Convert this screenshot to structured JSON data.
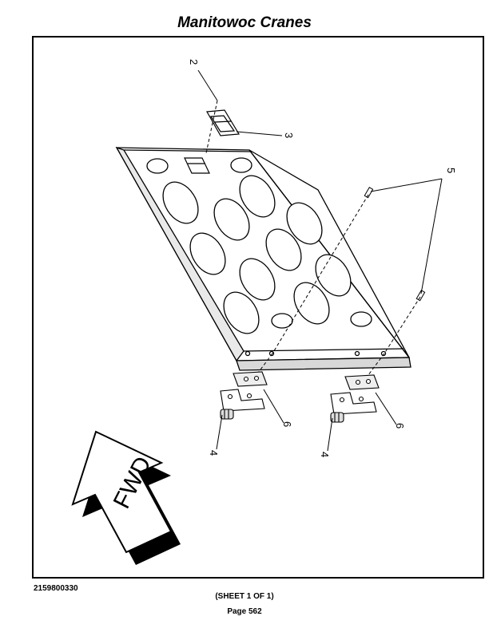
{
  "header": {
    "title": "Manitowoc Cranes"
  },
  "drawing": {
    "callouts": [
      "2",
      "3",
      "5",
      "6",
      "6",
      "4",
      "4"
    ],
    "direction_arrow_label": "FWD"
  },
  "footer": {
    "document_number": "2159800330",
    "sheet": "(SHEET 1 OF 1)",
    "page": "Page 562"
  }
}
